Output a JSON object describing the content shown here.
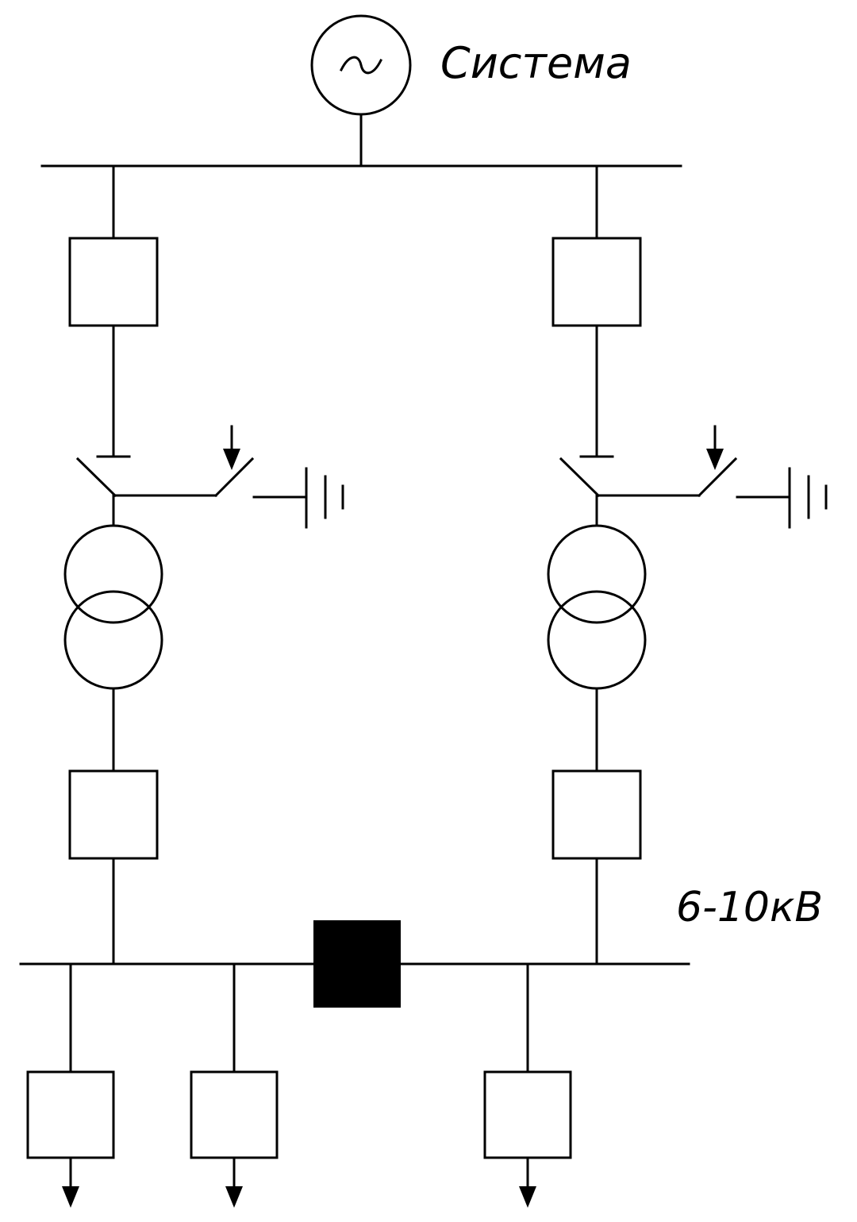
{
  "labels": {
    "system": "Система",
    "voltage": "6-10кВ"
  },
  "colors": {
    "line": "#000000",
    "background": "#ffffff",
    "sectional_breaker_fill": "#000000"
  },
  "elements": {
    "generator_symbol": "~",
    "incoming_breakers": 2,
    "transformers": 2,
    "secondary_breakers": 2,
    "outgoing_feeders": 3
  }
}
